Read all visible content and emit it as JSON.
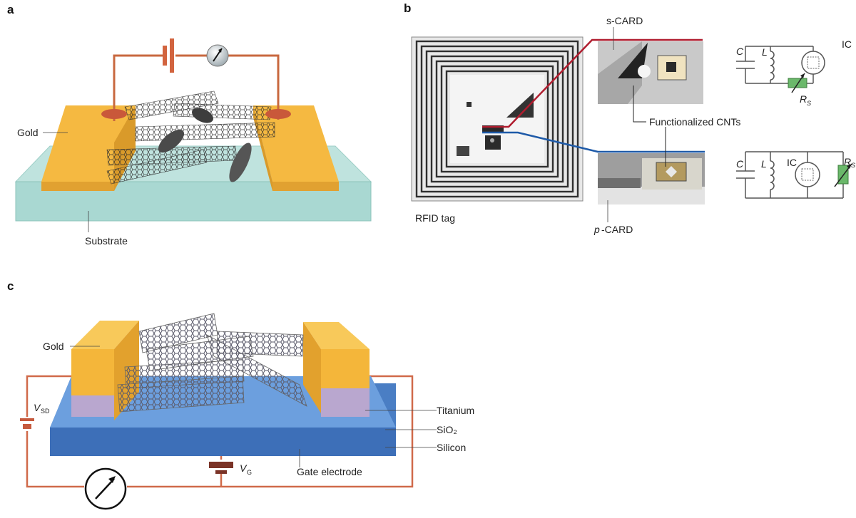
{
  "panel_a": {
    "letter": "a",
    "labels": {
      "gold": "Gold",
      "substrate": "Substrate"
    }
  },
  "panel_b": {
    "letter": "b",
    "labels": {
      "s_card": "s-CARD",
      "p_card_prefix": "p",
      "p_card_suffix": "-CARD",
      "rfid_tag": "RFID tag",
      "functionalized_cnts": "Functionalized CNTs"
    },
    "circuit_top": {
      "capacitor": "C",
      "inductor": "L",
      "ic": "IC",
      "resistor": "R",
      "resistor_sub": "S"
    },
    "circuit_bottom": {
      "capacitor": "C",
      "inductor": "L",
      "ic": "IC",
      "resistor": "R",
      "resistor_sub": "S"
    },
    "colors": {
      "s_card_line": "#b01c2e",
      "p_card_line": "#1e5aa8",
      "resistor": "#6ab86a"
    }
  },
  "panel_c": {
    "letter": "c",
    "labels": {
      "gold": "Gold",
      "titanium": "Titanium",
      "sio2": "SiO₂",
      "silicon": "Silicon",
      "gate_electrode": "Gate electrode",
      "vsd_main": "V",
      "vsd_sub": "SD",
      "vg_main": "V",
      "vg_sub": "G"
    },
    "colors": {
      "gold": "#f4b63a",
      "titanium": "#b9a7cf",
      "sio2": "#6c9fde",
      "silicon": "#3d6fb8",
      "wire": "#d06a4a"
    }
  }
}
